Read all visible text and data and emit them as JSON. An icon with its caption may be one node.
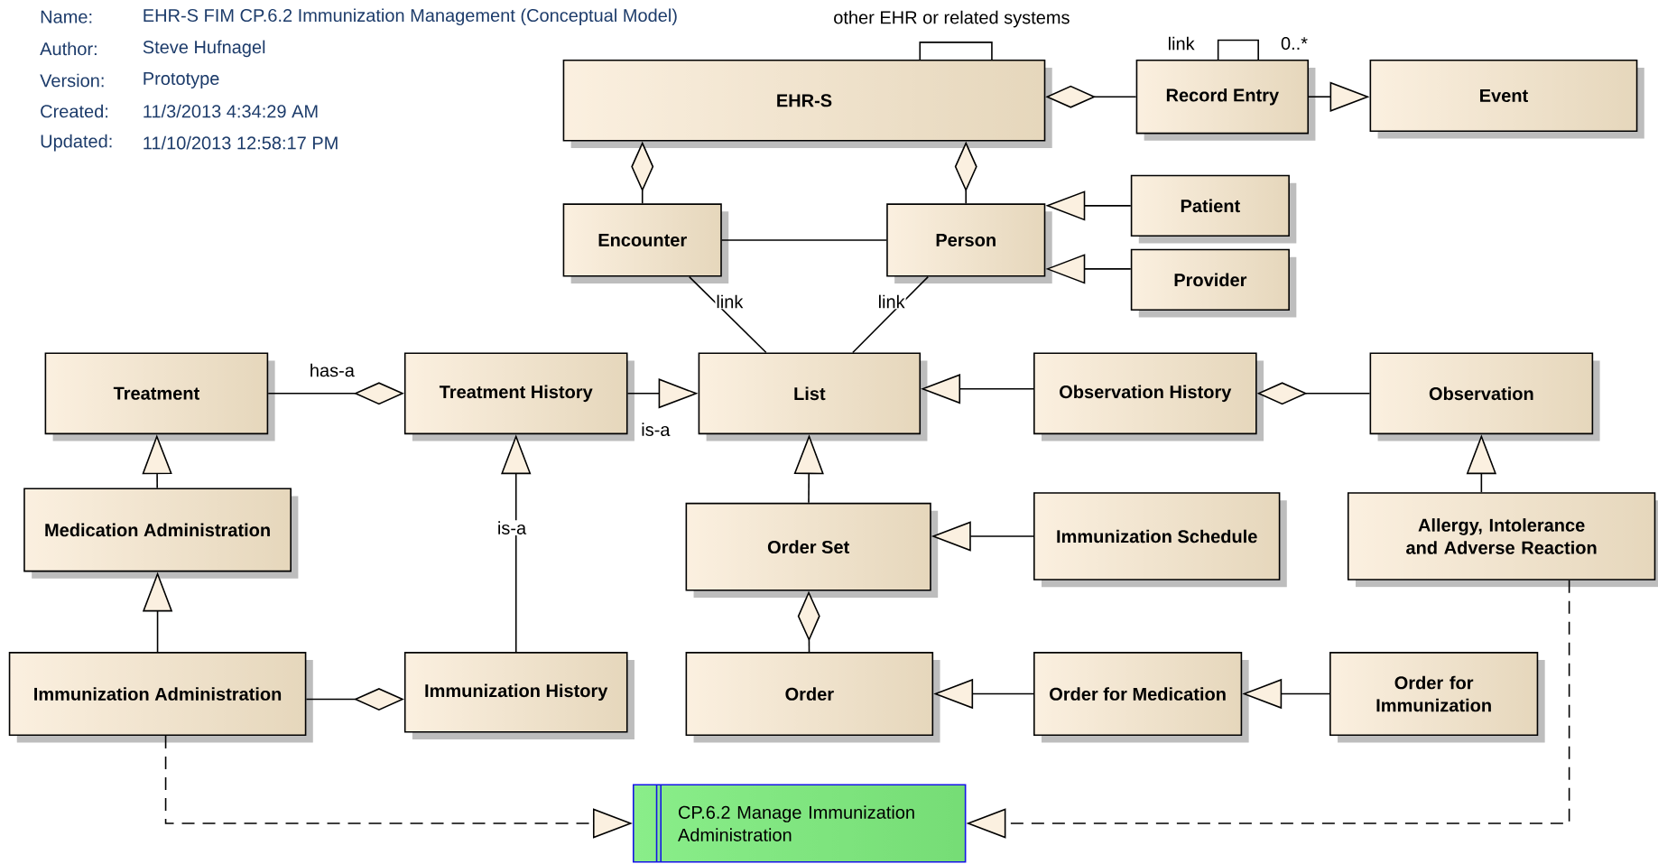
{
  "diagram": {
    "nodes": [
      {
        "text": [
          "EHR-S"
        ]
      },
      {
        "text": [
          "Record Entry"
        ]
      },
      {
        "text": [
          "Event"
        ]
      },
      {
        "text": [
          "Encounter"
        ]
      },
      {
        "text": [
          "Person"
        ]
      },
      {
        "text": [
          "Patient"
        ]
      },
      {
        "text": [
          "Provider"
        ]
      },
      {
        "text": [
          "Treatment"
        ]
      },
      {
        "text": [
          "Treatment History"
        ]
      },
      {
        "text": [
          "List"
        ]
      },
      {
        "text": [
          "Observation History"
        ]
      },
      {
        "text": [
          "Observation"
        ]
      },
      {
        "text": [
          "Medication Administration"
        ]
      },
      {
        "text": [
          "Order Set"
        ]
      },
      {
        "text": [
          "Immunization Schedule"
        ]
      },
      {
        "text": [
          "Allergy, Intolerance and Adverse Reaction"
        ]
      },
      {
        "text": [
          "Immunization Administration"
        ]
      },
      {
        "text": [
          "Immunization History"
        ]
      },
      {
        "text": [
          "Order"
        ]
      },
      {
        "text": [
          "Order for Medication"
        ]
      },
      {
        "text": [
          "Order for Immunization"
        ]
      },
      {
        "text": [
          "CP.6.2 Manage Immunization Administration"
        ]
      }
    ],
    "edges": [
      {
        "from": 3,
        "to": 0,
        "arrow": "other"
      },
      {
        "from": 4,
        "to": 0,
        "arrow": "other"
      },
      {
        "from": 1,
        "to": 0,
        "arrow": "other"
      },
      {
        "from": 1,
        "to": 2,
        "arrow": "to"
      },
      {
        "from": 0,
        "to": 0,
        "arrow": "none",
        "label": "other EHR or related systems"
      },
      {
        "from": 1,
        "to": 1,
        "arrow": "none",
        "label": "link"
      },
      {
        "from": 3,
        "to": 4,
        "arrow": "none"
      },
      {
        "from": 5,
        "to": 4,
        "arrow": "to"
      },
      {
        "from": 6,
        "to": 4,
        "arrow": "to"
      },
      {
        "from": 3,
        "to": 9,
        "arrow": "none",
        "label": "link"
      },
      {
        "from": 4,
        "to": 9,
        "arrow": "none",
        "label": "link"
      },
      {
        "from": 7,
        "to": 8,
        "arrow": "other",
        "label": "has-a"
      },
      {
        "from": 8,
        "to": 9,
        "arrow": "to",
        "label": "is-a"
      },
      {
        "from": 10,
        "to": 9,
        "arrow": "to"
      },
      {
        "from": 11,
        "to": 10,
        "arrow": "other"
      },
      {
        "from": 12,
        "to": 7,
        "arrow": "to"
      },
      {
        "from": 16,
        "to": 12,
        "arrow": "to"
      },
      {
        "from": 17,
        "to": 8,
        "arrow": "to",
        "label": "is-a"
      },
      {
        "from": 16,
        "to": 17,
        "arrow": "other"
      },
      {
        "from": 13,
        "to": 9,
        "arrow": "to"
      },
      {
        "from": 14,
        "to": 13,
        "arrow": "to"
      },
      {
        "from": 18,
        "to": 13,
        "arrow": "other"
      },
      {
        "from": 19,
        "to": 18,
        "arrow": "to"
      },
      {
        "from": 20,
        "to": 19,
        "arrow": "to"
      },
      {
        "from": 15,
        "to": 11,
        "arrow": "to"
      },
      {
        "from": 16,
        "to": 21,
        "arrow": "to",
        "style": "dashed"
      },
      {
        "from": 15,
        "to": 21,
        "arrow": "to",
        "style": "dashed"
      }
    ],
    "labels": [
      "Name:",
      "EHR-S FIM CP.6.2 Immunization Management (Conceptual Model)",
      "Author:",
      "Steve Hufnagel",
      "Version:",
      "Prototype",
      "Created:",
      "11/3/2013 4:34:29 AM",
      "Updated:",
      "11/10/2013 12:58:17 PM",
      "0..*"
    ]
  }
}
